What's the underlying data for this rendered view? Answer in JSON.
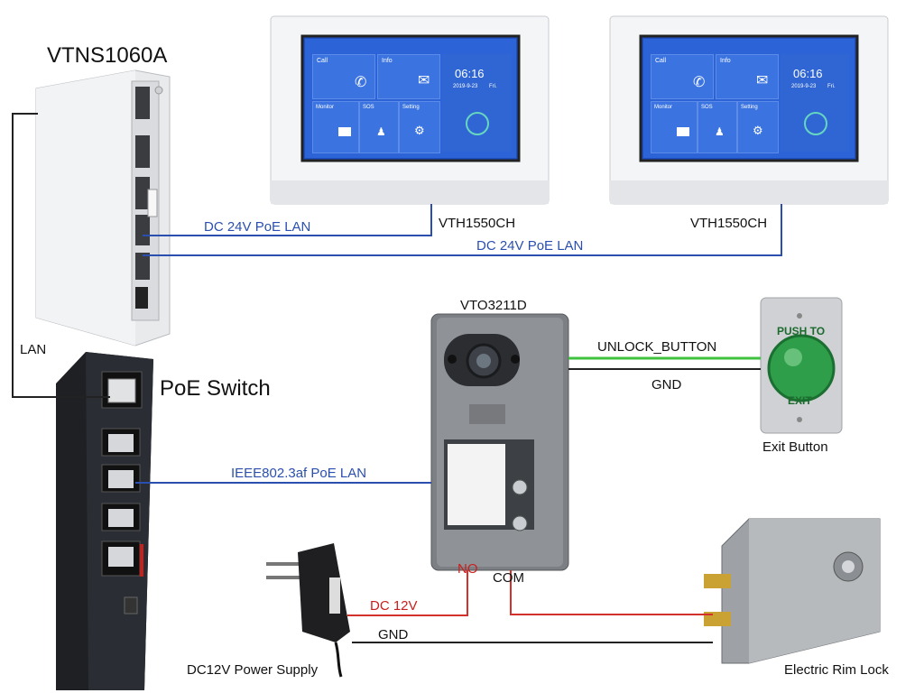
{
  "devices": {
    "vtns_title": "VTNS1060A",
    "poe_switch_title": "PoE Switch",
    "monitor_left_label": "VTH1550CH",
    "monitor_right_label": "VTH1550CH",
    "door_station_label": "VTO3211D",
    "exit_button_label": "Exit Button",
    "power_supply_label": "DC12V Power Supply",
    "rim_lock_label": "Electric Rim Lock"
  },
  "connections": {
    "lan": "LAN",
    "poe_lan_1": "DC 24V PoE LAN",
    "poe_lan_2": "DC 24V PoE LAN",
    "ieee_poe": "IEEE802.3af PoE LAN",
    "unlock_button": "UNLOCK_BUTTON",
    "gnd_button": "GND",
    "no": "NO",
    "com": "COM",
    "dc12v": "DC 12V",
    "gnd_power": "GND"
  },
  "screen": {
    "time": "06:16",
    "date": "2019-9-23",
    "day": "Fri.",
    "tiles": [
      "Call",
      "Info",
      "Monitor",
      "SOS",
      "Setting"
    ]
  },
  "exit_button": {
    "top_text": "PUSH TO",
    "bottom_text": "EXIT"
  },
  "colors": {
    "poe_wire": "#2a4fae",
    "green_wire": "#3ec23e",
    "red_wire": "#d2322b",
    "black_wire": "#222222"
  }
}
